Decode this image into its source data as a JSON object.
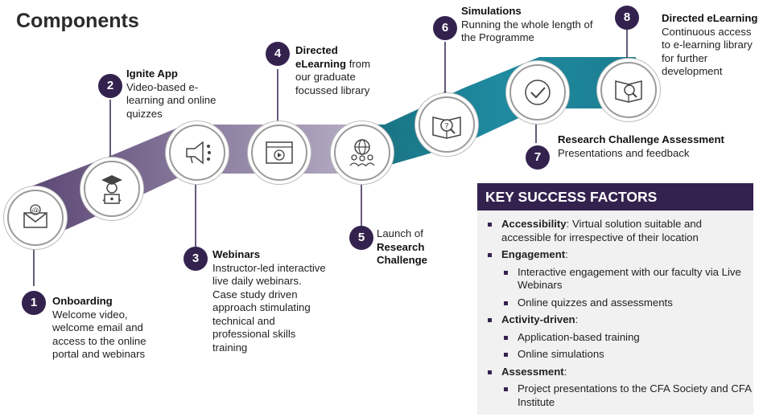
{
  "title": "Components",
  "colors": {
    "dark_purple": "#34224e",
    "teal": "#1f8aa0"
  },
  "steps": [
    {
      "num": "1",
      "title": "Onboarding",
      "text": "Welcome video, welcome email and access to the online portal and webinars",
      "icon": "email-icon"
    },
    {
      "num": "2",
      "title": "Ignite App",
      "text": "Video-based e-learning and online quizzes",
      "icon": "graduate-laptop-icon"
    },
    {
      "num": "3",
      "title": "Webinars",
      "text": "Instructor-led interactive live daily webinars. Case study driven approach stimulating technical and professional skills training",
      "icon": "megaphone-icon"
    },
    {
      "num": "4",
      "title_line1": "Directed",
      "title_line2": "eLearning",
      "text_after": " from",
      "text": "our graduate focussed library",
      "icon": "video-player-icon"
    },
    {
      "num": "5",
      "pre": "Launch of",
      "title": "Research Challenge",
      "icon": "globe-people-icon"
    },
    {
      "num": "6",
      "title": "Simulations",
      "text": "Running the whole length of the Programme",
      "icon": "book-magnifier-icon"
    },
    {
      "num": "7",
      "title": "Research Challenge Assessment",
      "text": "Presentations and feedback",
      "icon": "checkmark-icon"
    },
    {
      "num": "8",
      "title": "Directed eLearning",
      "text": "Continuous access to e-learning library for further development",
      "icon": "book-search-icon"
    }
  ],
  "ksf": {
    "header": "KEY SUCCESS FACTORS",
    "items": [
      {
        "label": "Accessibility",
        "text": ": Virtual solution suitable and accessible for irrespective of their location",
        "subs": []
      },
      {
        "label": "Engagement",
        "text": ":",
        "subs": [
          "Interactive engagement with our faculty via Live Webinars",
          "Online quizzes and assessments"
        ]
      },
      {
        "label": "Activity-driven",
        "text": ":",
        "subs": [
          "Application-based training",
          "Online simulations"
        ]
      },
      {
        "label": "Assessment",
        "text": ":",
        "subs": [
          "Project presentations to the CFA Society and CFA Institute"
        ]
      }
    ]
  }
}
